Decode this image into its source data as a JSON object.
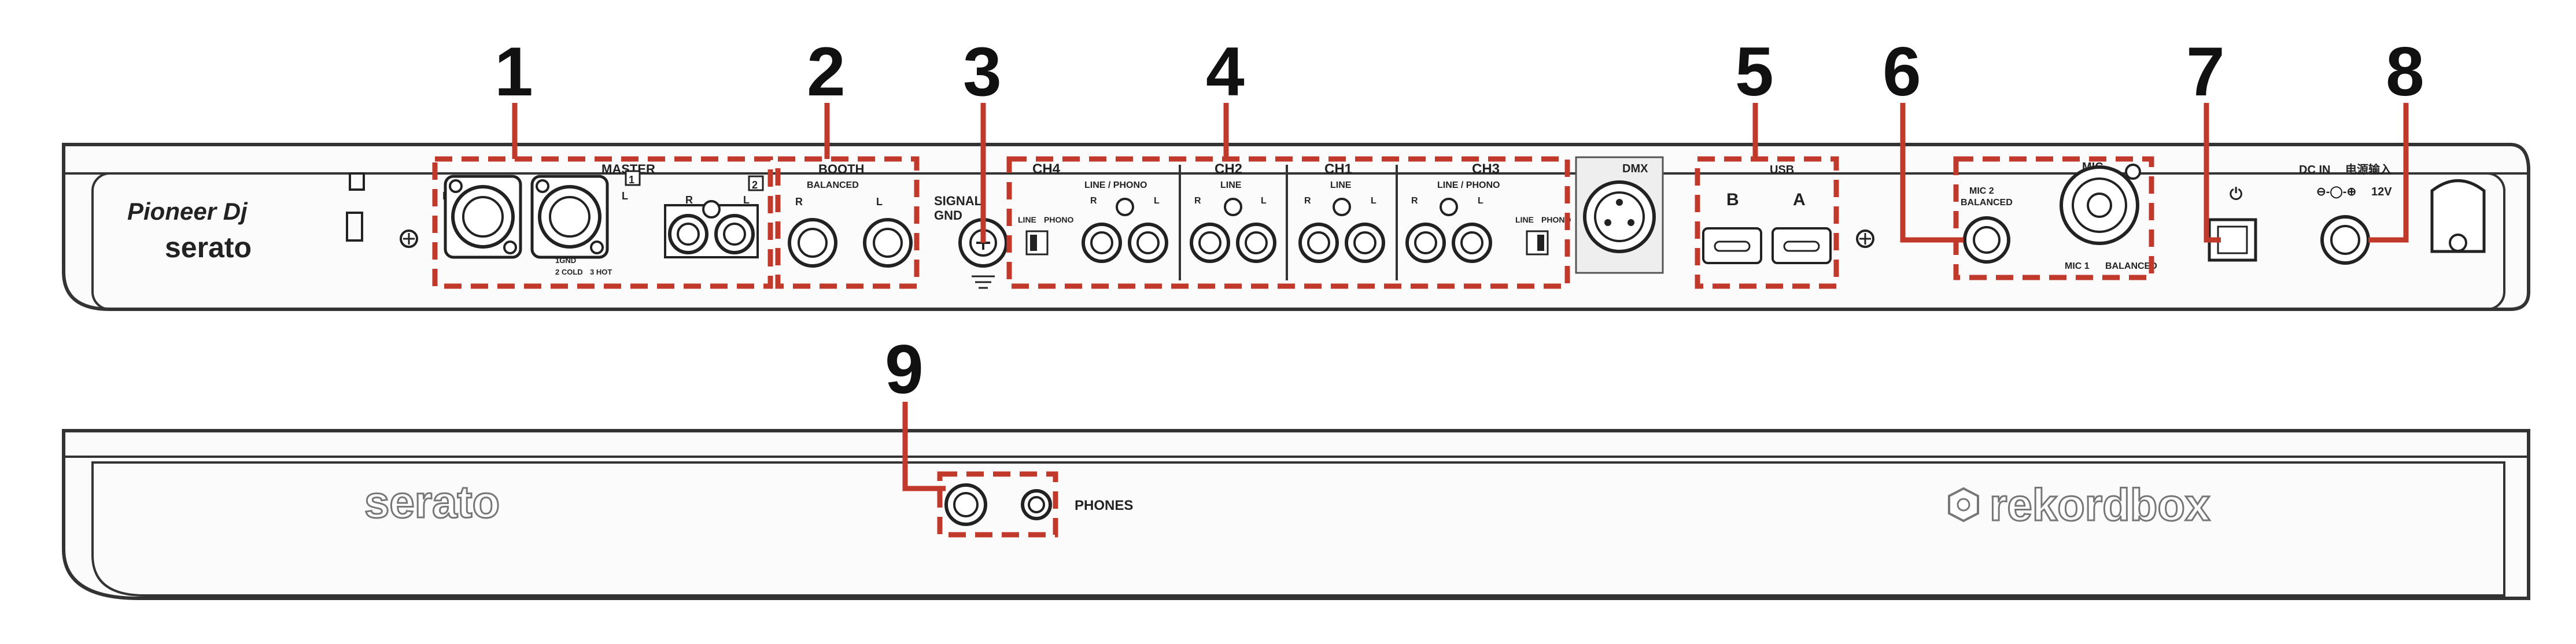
{
  "callouts": [
    "1",
    "2",
    "3",
    "4",
    "5",
    "6",
    "7",
    "8",
    "9"
  ],
  "rear_panel": {
    "brand_pioneer": "Pioneer Dj",
    "brand_serato": "serato",
    "master": {
      "title": "MASTER",
      "xlr_r": "R",
      "xlr_l": "L",
      "badge_1": "1",
      "badge_2": "2",
      "rca_r": "R",
      "rca_l": "L",
      "pin1": "1GND",
      "pin2": "2 COLD",
      "pin3": "3 HOT"
    },
    "booth": {
      "title": "BOOTH",
      "sub": "BALANCED",
      "r": "R",
      "l": "L"
    },
    "signal_gnd": {
      "line1": "SIGNAL",
      "line2": "GND"
    },
    "channels": [
      {
        "name": "CH4",
        "sub": "LINE / PHONO",
        "r": "R",
        "l": "L",
        "switch_line": "LINE",
        "switch_phono": "PHONO"
      },
      {
        "name": "CH2",
        "sub": "LINE",
        "r": "R",
        "l": "L"
      },
      {
        "name": "CH1",
        "sub": "LINE",
        "r": "R",
        "l": "L"
      },
      {
        "name": "CH3",
        "sub": "LINE / PHONO",
        "r": "R",
        "l": "L",
        "switch_line": "LINE",
        "switch_phono": "PHONO"
      }
    ],
    "dmx": "DMX",
    "usb": {
      "title": "USB",
      "b": "B",
      "a": "A"
    },
    "mic": {
      "title": "MIC",
      "mic2": "MIC 2",
      "mic2_sub": "BALANCED",
      "mic1": "MIC 1",
      "mic1_sub": "BALANCED"
    },
    "power_symbol": "⏻",
    "dc_in": {
      "label": "DC IN",
      "label_cn": "电源输入",
      "voltage": "12V"
    }
  },
  "front_panel": {
    "brand_serato": "serato",
    "phones": "PHONES",
    "brand_rekordbox": "rekordbox"
  }
}
